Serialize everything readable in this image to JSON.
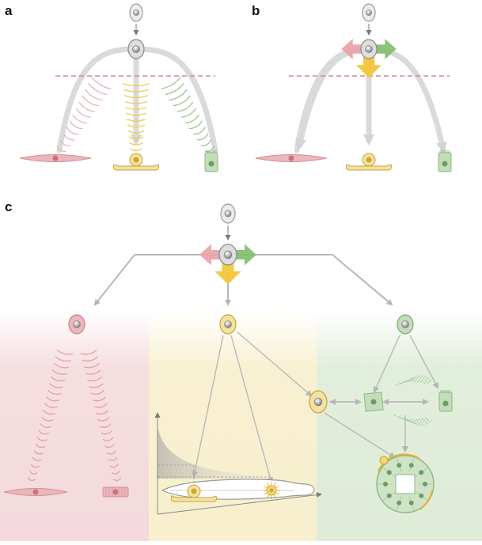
{
  "panels": [
    {
      "id": "a",
      "label": "a"
    },
    {
      "id": "b",
      "label": "b"
    },
    {
      "id": "c",
      "label": "c"
    }
  ],
  "colors": {
    "background": "#ffffff",
    "arrow_gray": "#c8c8c8",
    "arrow_dark": "#8a8a8a",
    "dashed_line": "#d98a8f",
    "red_lineage": "#d98c92",
    "red_cell_fill": "#e9b8bc",
    "yellow_lineage": "#e8c64a",
    "yellow_cell_fill": "#f3e2a0",
    "green_lineage": "#88b880",
    "green_cell_fill": "#c3ddba",
    "stem_cell_fill": "#e6e6e6",
    "red_zone": "#f4dadd",
    "yellow_zone": "#f7efcd",
    "green_zone": "#dfecd8"
  },
  "icons": [
    "stem-cell-icon",
    "progenitor-cell-icon",
    "smooth-muscle-cell-icon",
    "neuron-icon",
    "epithelial-cell-icon",
    "embryo-gradient-plot-icon",
    "organoid-icon",
    "fate-bias-arrows-icon"
  ]
}
